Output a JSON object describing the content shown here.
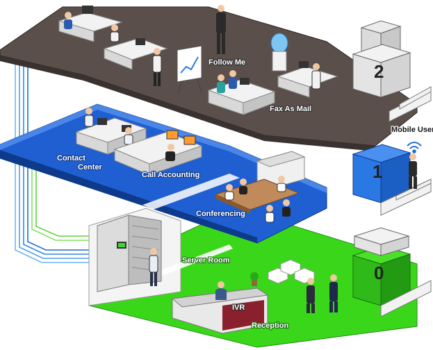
{
  "floors": {
    "f2": {
      "number": "2",
      "labels": {
        "follow_me": "Follow Me",
        "fax_as_mail": "Fax As Mail"
      }
    },
    "f1": {
      "number": "1",
      "labels": {
        "contact": "Contact",
        "center": "Center",
        "call_accounting": "Call Accounting",
        "conferencing": "Conferencing",
        "mobile_user": "Mobile User"
      }
    },
    "f0": {
      "number": "0",
      "labels": {
        "server_room": "Server Room",
        "ivr": "IVR",
        "reception": "Reception"
      }
    }
  },
  "colors": {
    "floor2": "#5a4f4a",
    "floor1": "#1f5fd1",
    "floor0": "#3ad61a",
    "wall": "#f2f2f2",
    "elevator_top": "#e8e8e8",
    "elevator_2": "#d9d9d9",
    "elevator_1": "#2a78e4",
    "elevator_0": "#2fba1a",
    "cable_blue": "#4aa0f0",
    "cable_green": "#6ee04a"
  },
  "icons": [
    "wifi-icon",
    "person-icon",
    "desk-icon",
    "server-rack-icon",
    "water-cooler-icon",
    "chart-board-icon",
    "printer-icon",
    "plant-icon"
  ]
}
